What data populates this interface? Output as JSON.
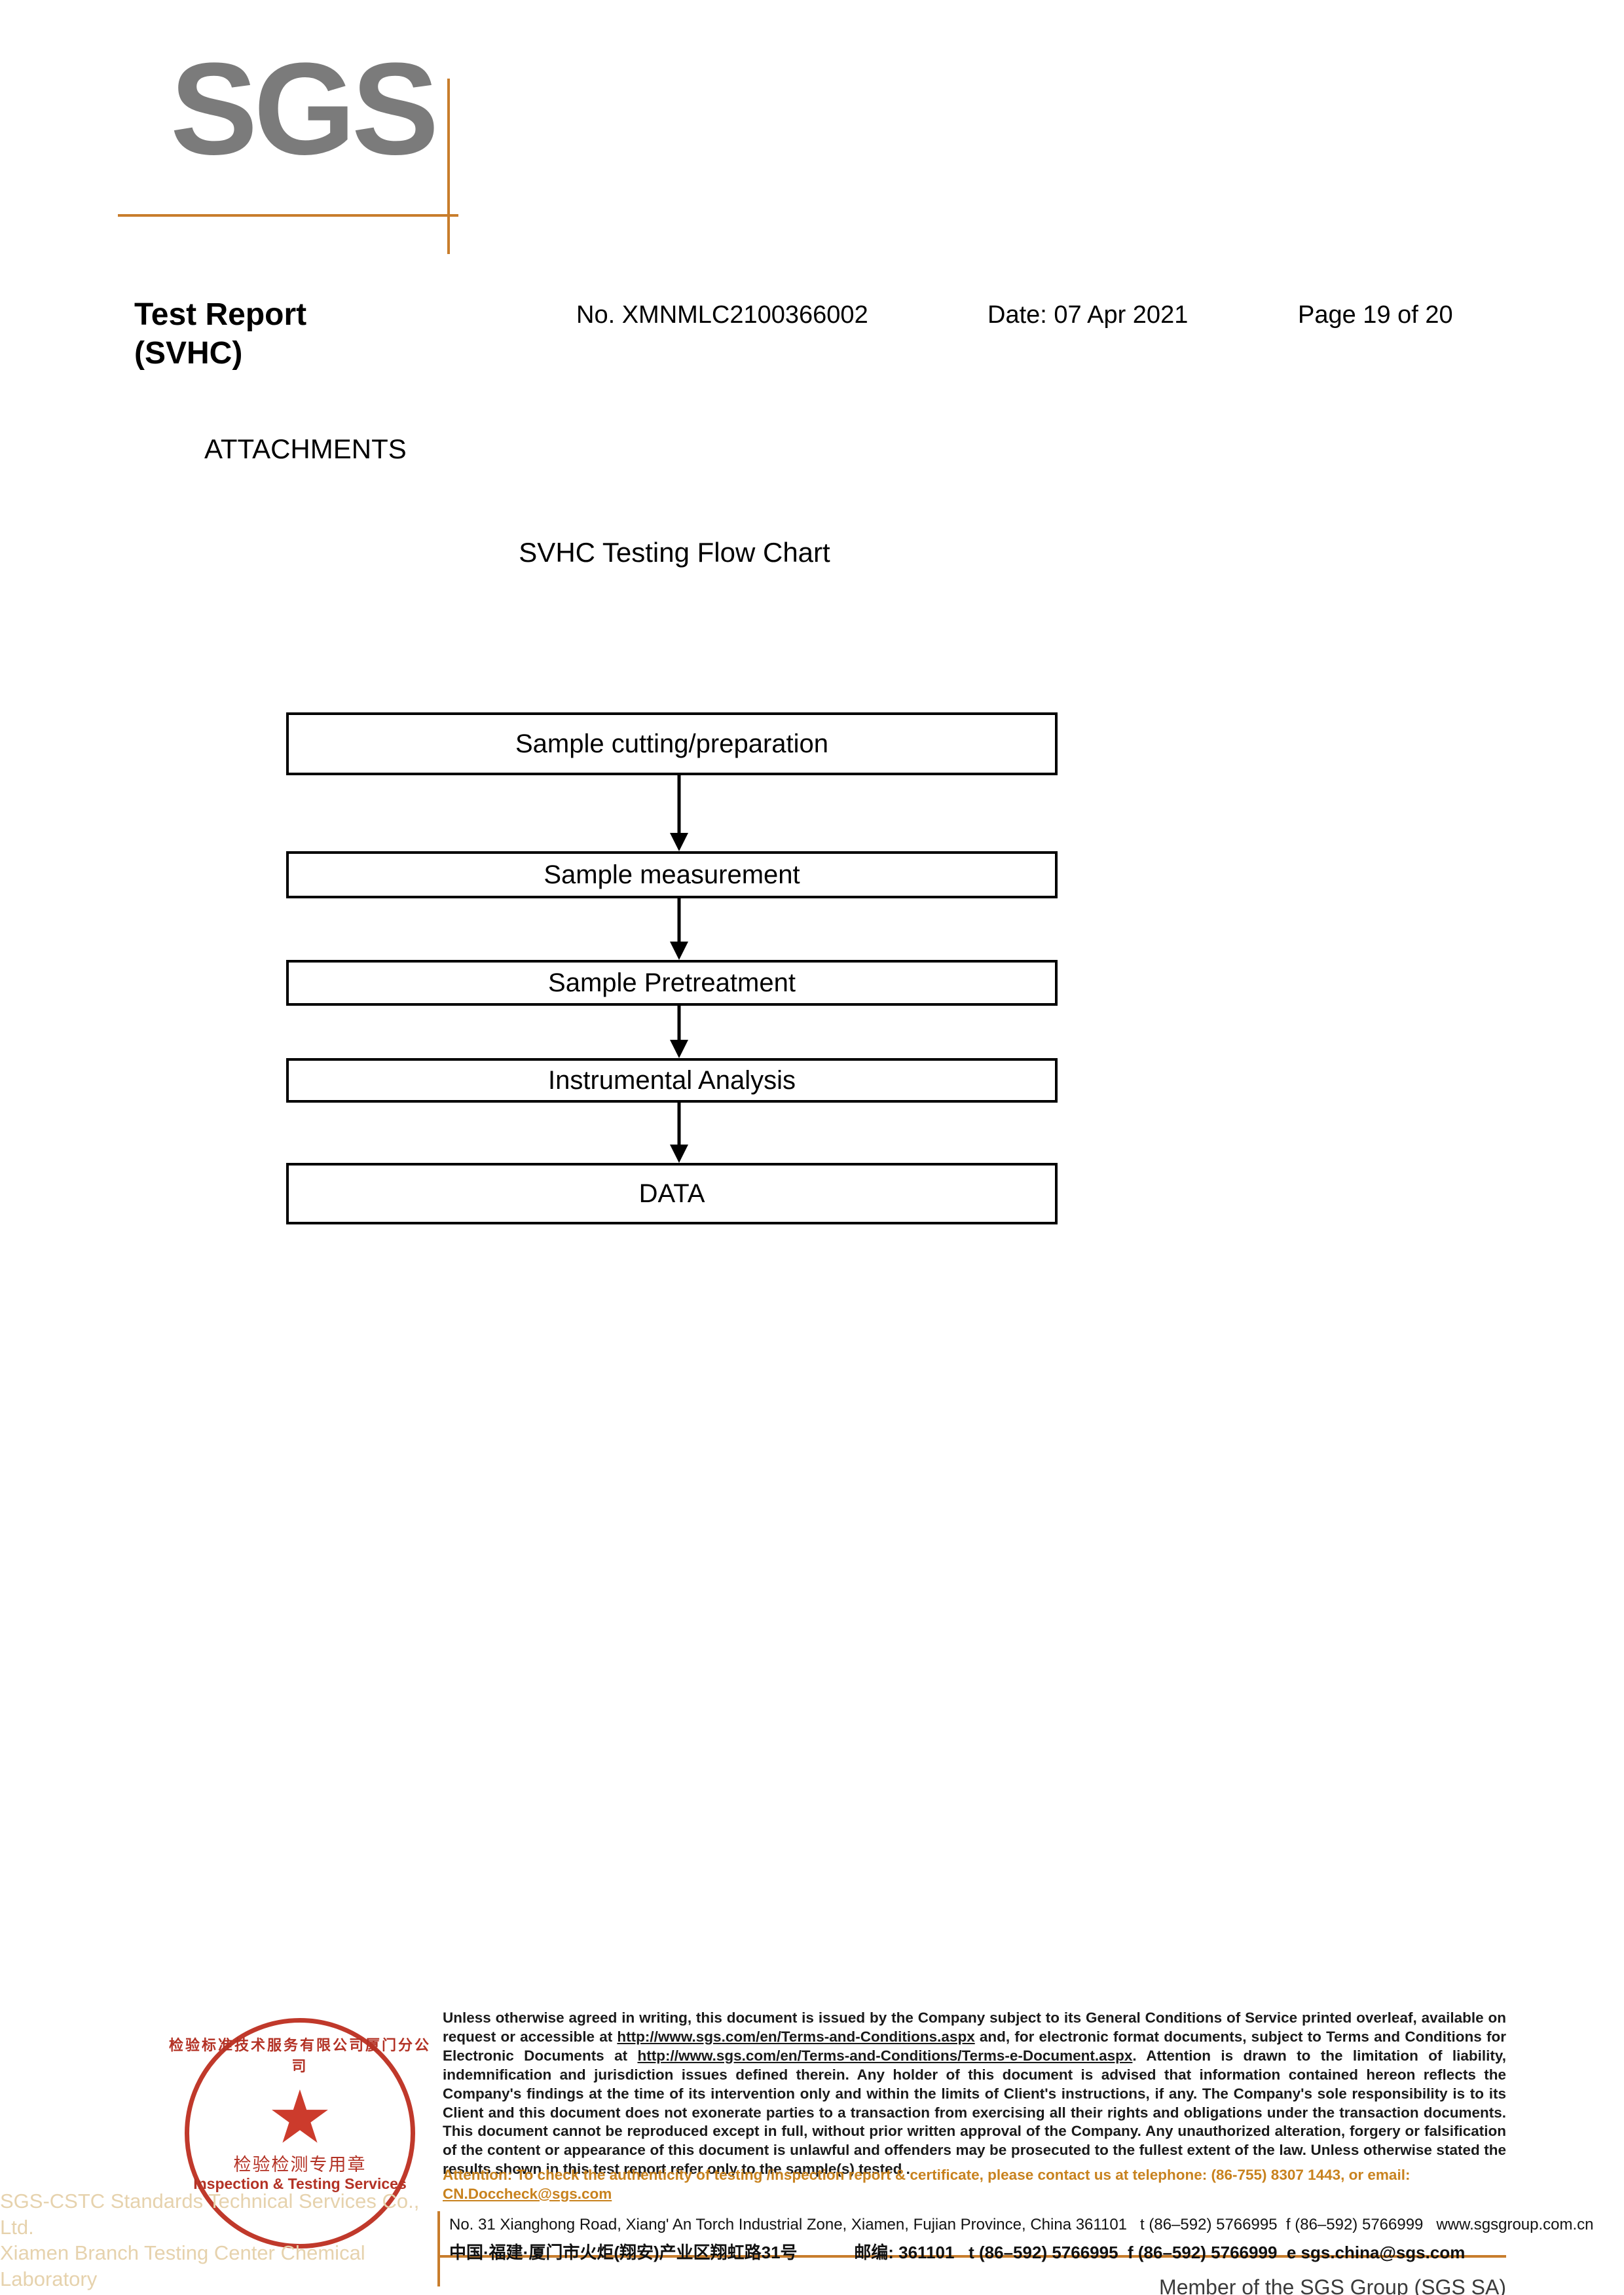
{
  "logo": {
    "brand": "SGS",
    "brand_color": "#7b7b7b",
    "rule_color": "#c87d2c"
  },
  "header": {
    "title": "Test Report\n(SVHC)",
    "report_no": "No. XMNMLC2100366002",
    "date": "Date: 07 Apr 2021",
    "page": "Page 19 of 20"
  },
  "content": {
    "attachments_heading": "ATTACHMENTS",
    "flowchart_title": "SVHC Testing Flow Chart"
  },
  "flowchart": {
    "steps": [
      {
        "label": "Sample cutting/preparation",
        "height": 96,
        "gap": 116
      },
      {
        "label": "Sample measurement",
        "height": 72,
        "gap": 94
      },
      {
        "label": "Sample Pretreatment",
        "height": 70,
        "gap": 80
      },
      {
        "label": "Instrumental Analysis",
        "height": 68,
        "gap": 92
      },
      {
        "label": "DATA",
        "height": 94,
        "gap": 0
      }
    ]
  },
  "stamp": {
    "arc_top_text": "检验标准技术服务有限公司厦门分公司",
    "star": "★",
    "cn_text": "检验检测专用章",
    "en_text": "Inspection & Testing Services",
    "seal_color": "#b33225",
    "watermark_line1": "SGS-CSTC Standards Technical Services Co., Ltd.",
    "watermark_line2": "Xiamen Branch Testing Center Chemical Laboratory"
  },
  "footer": {
    "disclaimer_part1": "Unless otherwise agreed in writing, this document is issued by the Company subject to its General Conditions of Service printed overleaf, available on request or accessible at ",
    "disclaimer_link1": "http://www.sgs.com/en/Terms-and-Conditions.aspx",
    "disclaimer_part2": " and, for electronic format documents, subject to Terms and Conditions for Electronic Documents at ",
    "disclaimer_link2": "http://www.sgs.com/en/Terms-and-Conditions/Terms-e-Document.aspx",
    "disclaimer_part3": ". Attention is drawn to the limitation of liability, indemnification and jurisdiction issues defined therein. Any holder of this document is advised that information contained hereon reflects the Company's findings at the time of its intervention only and within the limits of Client's instructions, if any. The Company's sole responsibility is to its Client and this document does not exonerate parties to a transaction from exercising all their rights and obligations under the transaction documents. This document cannot be reproduced except in full, without prior written approval of the Company. Any unauthorized alteration, forgery or falsification of the content or appearance of this document is unlawful and offenders may be prosecuted to the fullest extent of the law. Unless otherwise stated the results shown in this test report refer only to the sample(s) tested .",
    "attention_text": "Attention: To check the authenticity of testing /inspection report & certificate, please contact us at telephone: (86-755) 8307 1443, or email: ",
    "attention_email": "CN.Doccheck@sgs.com",
    "address_en": "No. 31 Xianghong Road, Xiang' An Torch Industrial Zone, Xiamen, Fujian Province, China  361101",
    "address_en_tel": "t (86–592) 5766995",
    "address_en_fax": "f (86–592) 5766999",
    "address_en_web": "www.sgsgroup.com.cn",
    "address_cn": "中国·福建·厦门市火炬(翔安)产业区翔虹路31号",
    "address_cn_zip": "邮编: 361101",
    "address_cn_tel": "t (86–592) 5766995",
    "address_cn_fax": "f (86–592) 5766999",
    "address_cn_email": "e  sgs.china@sgs.com",
    "member_line": "Member of the SGS Group (SGS SA)",
    "rule_color": "#c87d2c",
    "attention_color": "#c8821e"
  }
}
